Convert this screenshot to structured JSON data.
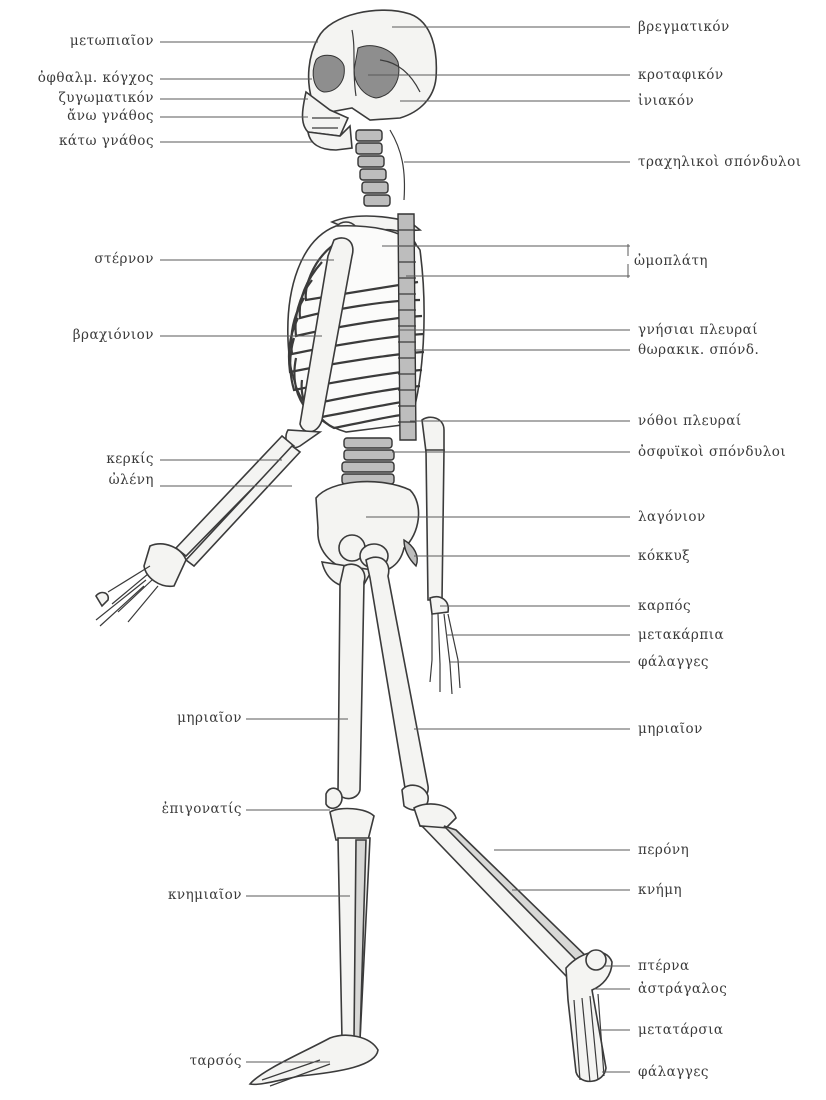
{
  "labels_left": [
    {
      "id": "metopiaion",
      "text": "μετωπιαῖον"
    },
    {
      "id": "ofthalm-kogchos",
      "text": "ὀφθαλμ. κόγχος"
    },
    {
      "id": "zygomatikon",
      "text": "ζυγωματικόν"
    },
    {
      "id": "ano-gnathos",
      "text": "ἄνω γνάθος"
    },
    {
      "id": "kato-gnathos",
      "text": "κάτω γνάθος"
    },
    {
      "id": "sternon",
      "text": "στέρνον"
    },
    {
      "id": "brachionion",
      "text": "βραχιόνιον"
    },
    {
      "id": "kerkis",
      "text": "κερκίς"
    },
    {
      "id": "olene",
      "text": "ὠλένη"
    },
    {
      "id": "merialon-left",
      "text": "μηριαῖον"
    },
    {
      "id": "epigonatis",
      "text": "ἐπιγονατίς"
    },
    {
      "id": "knemiaion",
      "text": "κνημιαῖον"
    },
    {
      "id": "tarsos",
      "text": "ταρσός"
    }
  ],
  "labels_right": [
    {
      "id": "bregmatikon",
      "text": "βρεγματικόν"
    },
    {
      "id": "krotafikon",
      "text": "κροταφικόν"
    },
    {
      "id": "iniakon",
      "text": "ἰνιακόν"
    },
    {
      "id": "trachelikoi",
      "text": "τραχηλικοὶ σπόνδυλοι"
    },
    {
      "id": "omoplate",
      "text": "ὠμοπλάτη"
    },
    {
      "id": "gnesiai",
      "text": "γνήσιαι πλευραί"
    },
    {
      "id": "thorakik",
      "text": "θωρακικ. σπόνδ."
    },
    {
      "id": "nothoi",
      "text": "νόθοι πλευραί"
    },
    {
      "id": "osfyikoi",
      "text": "ὀσφυϊκοὶ σπόνδυλοι"
    },
    {
      "id": "lagonion",
      "text": "λαγόνιον"
    },
    {
      "id": "kokkyx",
      "text": "κόκκυξ"
    },
    {
      "id": "karpos",
      "text": "καρπός"
    },
    {
      "id": "metakarpia",
      "text": "μετακάρπια"
    },
    {
      "id": "falagges-hand",
      "text": "φάλαγγες"
    },
    {
      "id": "merialon-right",
      "text": "μηριαῖον"
    },
    {
      "id": "perone",
      "text": "περόνη"
    },
    {
      "id": "kneme",
      "text": "κνήμη"
    },
    {
      "id": "pterna",
      "text": "πτέρνα"
    },
    {
      "id": "astragalos",
      "text": "ἀστράγαλος"
    },
    {
      "id": "metatarsia",
      "text": "μετατάρσια"
    },
    {
      "id": "falagges-foot",
      "text": "φάλαγγες"
    }
  ]
}
